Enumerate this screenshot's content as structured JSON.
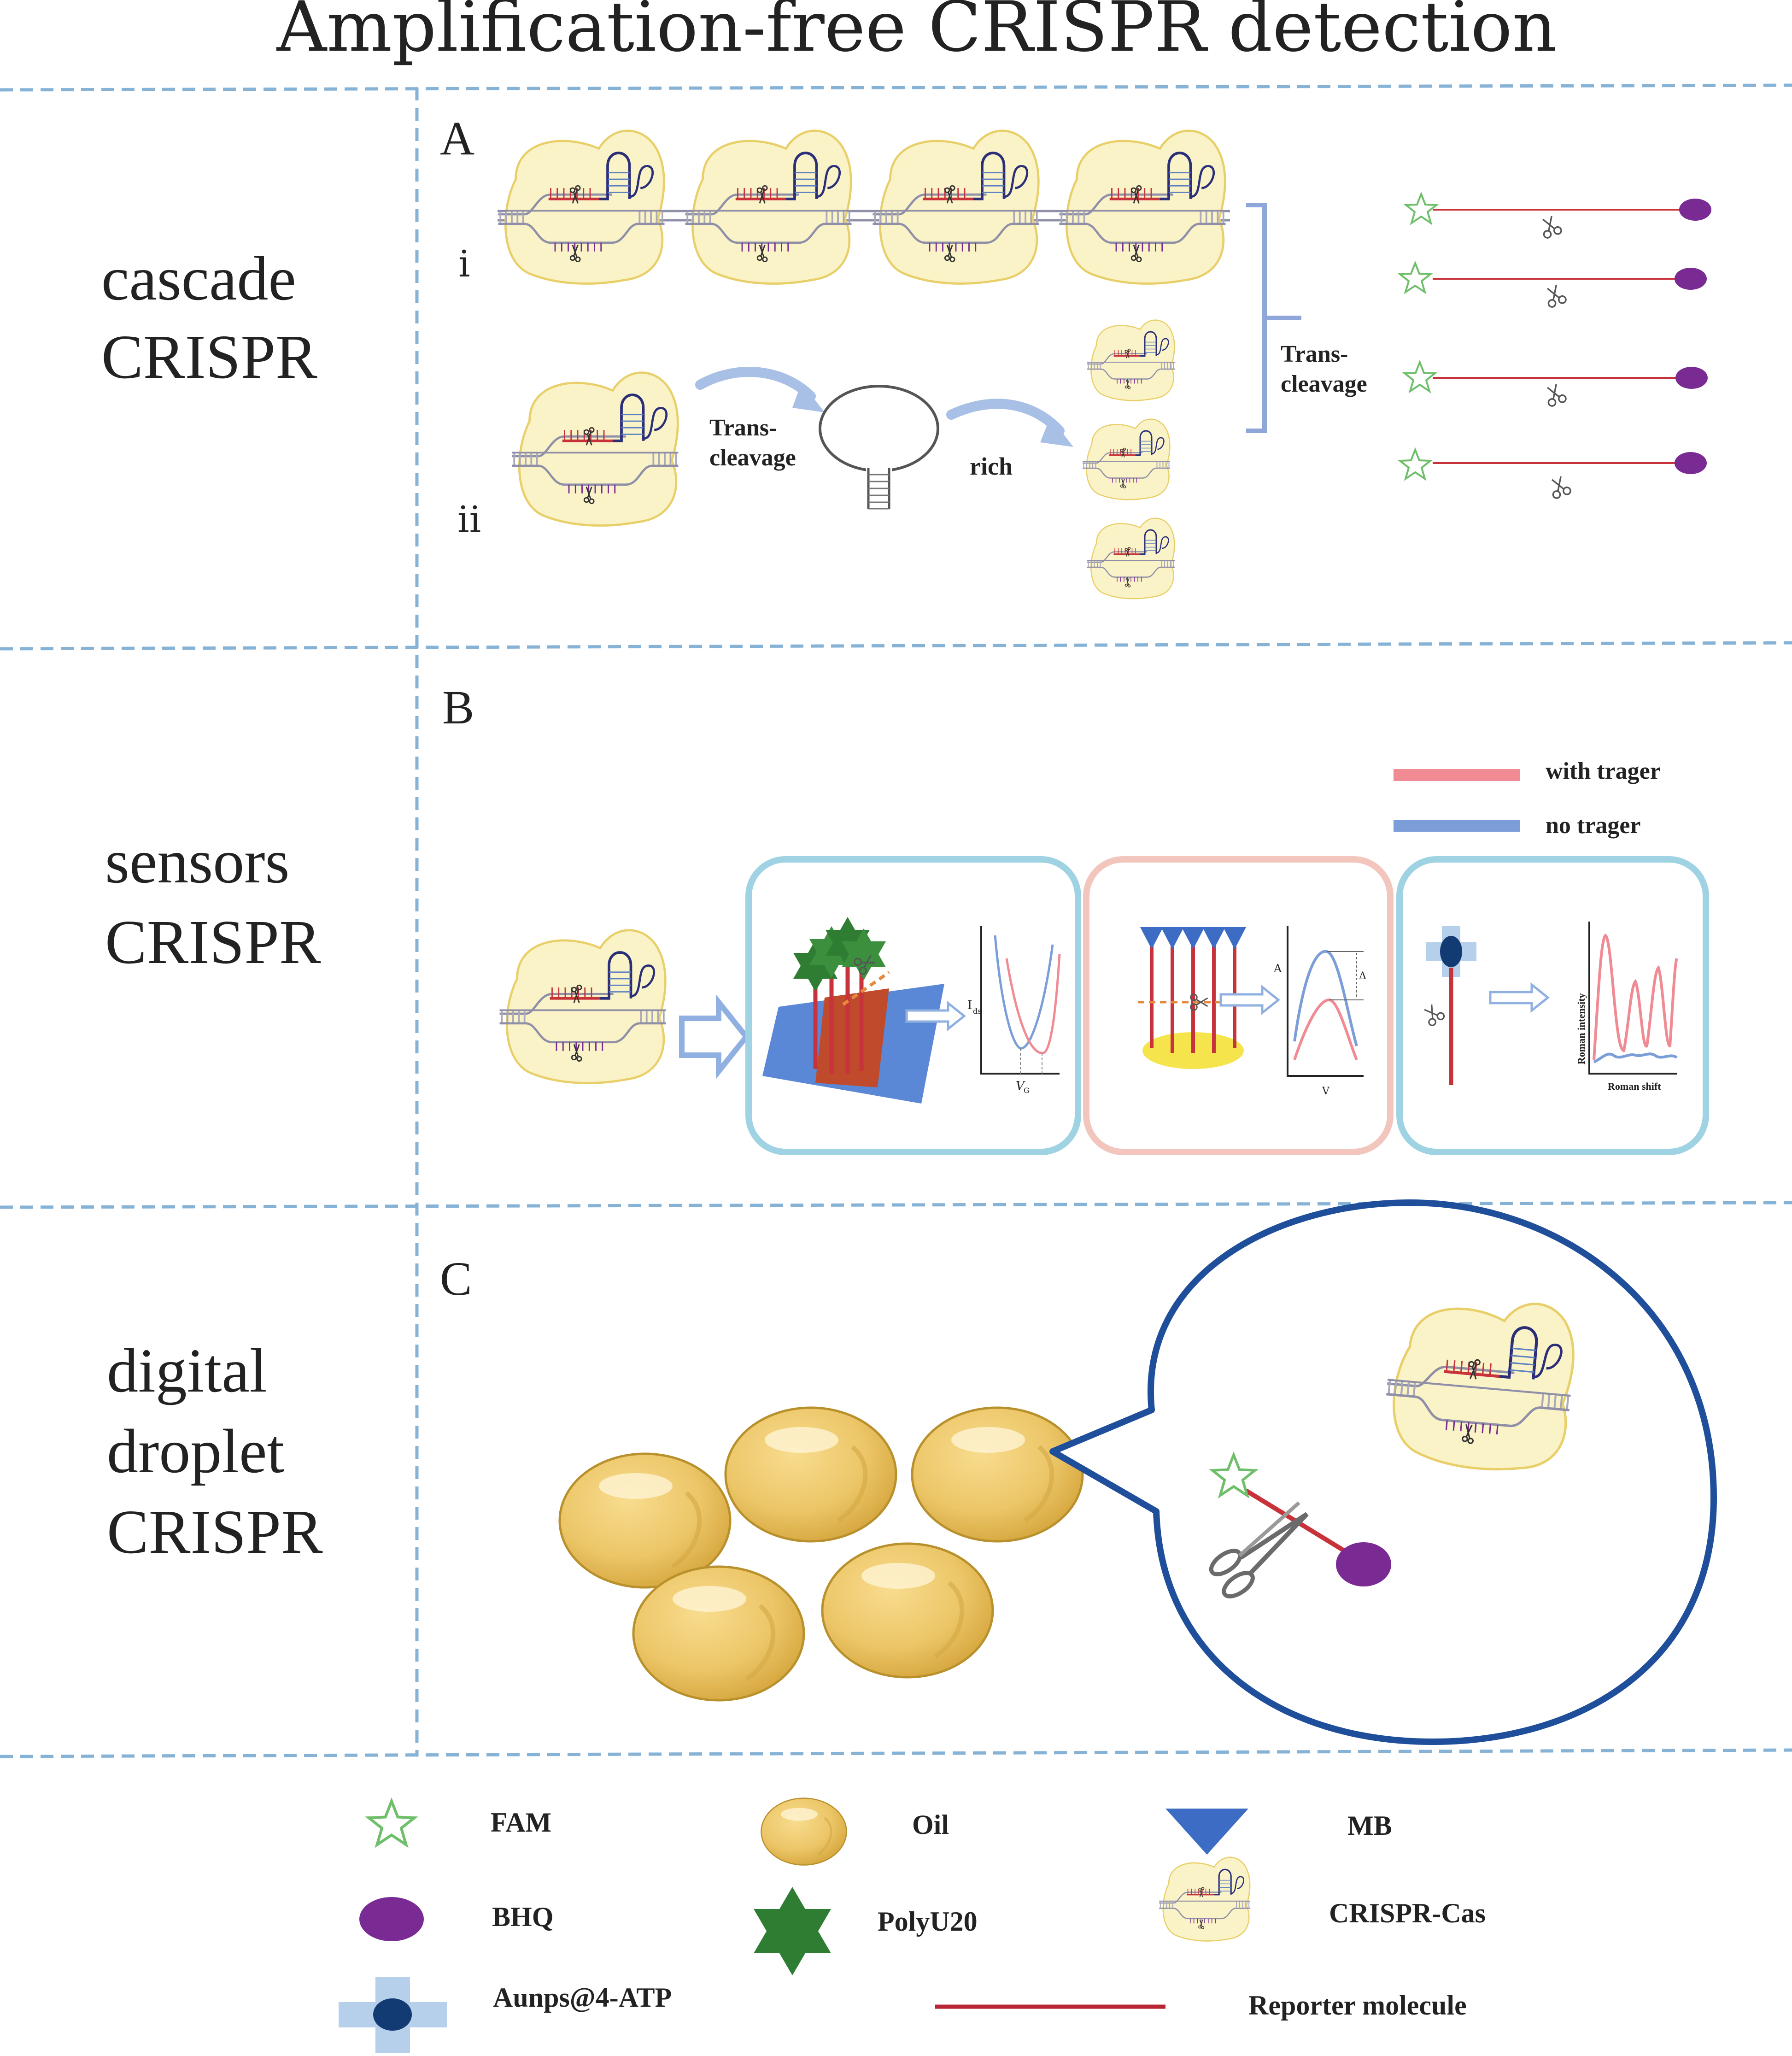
{
  "title": "Amplification-free CRISPR detection",
  "rows": [
    {
      "label_lines": [
        "cascade",
        "CRISPR"
      ]
    },
    {
      "label_lines": [
        "sensors",
        "CRISPR"
      ]
    },
    {
      "label_lines": [
        "digital",
        "droplet",
        "CRISPR"
      ]
    }
  ],
  "panels": {
    "a": {
      "letter": "A",
      "sub_i": "i",
      "sub_ii": "ii",
      "trans_cleavage_center": [
        "Trans-",
        "cleavage"
      ],
      "rich": "rich",
      "trans_cleavage_right": [
        "Trans-",
        "cleavage"
      ]
    },
    "b": {
      "letter": "B",
      "legend": [
        {
          "label": "with trager",
          "color": "#f08a93"
        },
        {
          "label": "no trager",
          "color": "#7b9ed8"
        }
      ],
      "plot1": {
        "ylabel": "I",
        "ysub": "ds",
        "xlabel": "V",
        "xsub": "G"
      },
      "plot2": {
        "ylabel": "A",
        "xlabel": "V",
        "delta": "Δ"
      },
      "plot3": {
        "ylabel": "Roman intensity",
        "xlabel": "Roman shift"
      }
    },
    "c": {
      "letter": "C"
    }
  },
  "legend": [
    {
      "icon": "fam-star-icon",
      "label": "FAM"
    },
    {
      "icon": "oil-droplet-icon",
      "label": "Oil"
    },
    {
      "icon": "mb-triangle-icon",
      "label": "MB"
    },
    {
      "icon": "bhq-ellipse-icon",
      "label": "BHQ"
    },
    {
      "icon": "polyu20-star-icon",
      "label": "PolyU20"
    },
    {
      "icon": "crispr-cas-icon",
      "label": "CRISPR-Cas"
    },
    {
      "icon": "aunps-cross-icon",
      "label": "Aunps@4-ATP"
    },
    {
      "icon": "reporter-line-icon",
      "label": "Reporter molecule"
    }
  ],
  "colors": {
    "divider": "#86b2d6",
    "complex_fill": "#fbf3c8",
    "complex_stroke": "#e8cf6a",
    "dna": "#8f8fa8",
    "rna_red": "#c8323a",
    "purple": "#7a2a93",
    "arrow": "#9fb8e0",
    "box_blue": "#9fd2e3",
    "box_pink": "#f3c6bd",
    "droplet": "#e9c15e",
    "bubble": "#1f4e9b",
    "green_star": "#2f7d32",
    "mb_blue": "#3d6cc4"
  }
}
